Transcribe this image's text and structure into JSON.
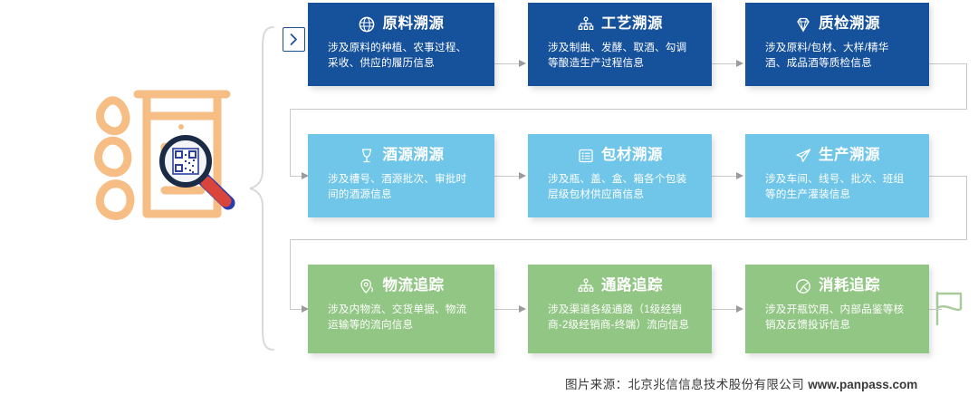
{
  "diagram": {
    "title_hidden": "",
    "left_graphic": {
      "name": "liquor-character-with-qr-magnifier",
      "outline_color": "#f5b87a",
      "magnifier_color": "#1b2b4b",
      "handle_color": "#2a3fa5",
      "qr_color": "#2b3fa0"
    },
    "expand_button": {
      "label": "›",
      "icon": "chevron-right-icon"
    },
    "flag_marker": {
      "icon": "flag-icon",
      "color": "#9cc48c"
    },
    "rows": [
      {
        "id": "row-a",
        "color": "#16519b",
        "cards": [
          {
            "icon": "globe-icon",
            "title": "原料溯源",
            "desc": "涉及原料的种植、农事过程、采收、供应的履历信息"
          },
          {
            "icon": "hierarchy-icon",
            "title": "工艺溯源",
            "desc": "涉及制曲、发酵、取酒、勾调等酿造生产过程信息"
          },
          {
            "icon": "diamond-icon",
            "title": "质检溯源",
            "desc": "涉及原料/包材、大样/精华酒、成品酒等质检信息"
          }
        ]
      },
      {
        "id": "row-b",
        "color": "#6fc6e8",
        "cards": [
          {
            "icon": "wine-glass-icon",
            "title": "酒源溯源",
            "desc": "涉及槽号、酒源批次、审批时间的酒源信息"
          },
          {
            "icon": "list-card-icon",
            "title": "包材溯源",
            "desc": "涉及瓶、盖、盒、箱各个包装层级包材供应商信息"
          },
          {
            "icon": "paper-plane-icon",
            "title": "生产溯源",
            "desc": "涉及车间、线号、批次、班组等的生产灌装信息"
          }
        ]
      },
      {
        "id": "row-c",
        "color": "#92c684",
        "cards": [
          {
            "icon": "location-pin-icon",
            "title": "物流追踪",
            "desc": "涉及内物流、交货单据、物流运输等的流向信息"
          },
          {
            "icon": "hierarchy-icon",
            "title": "通路追踪",
            "desc": "涉及渠道各级通路（1级经销商-2级经销商-终端）流向信息"
          },
          {
            "icon": "target-icon",
            "title": "消耗追踪",
            "desc": "涉及开瓶饮用、内部品鉴等核销及反馈投诉信息"
          }
        ]
      }
    ],
    "footer": {
      "source_label": "图片来源：北京兆信信息技术股份有限公司",
      "url": "www.panpass.com"
    }
  }
}
